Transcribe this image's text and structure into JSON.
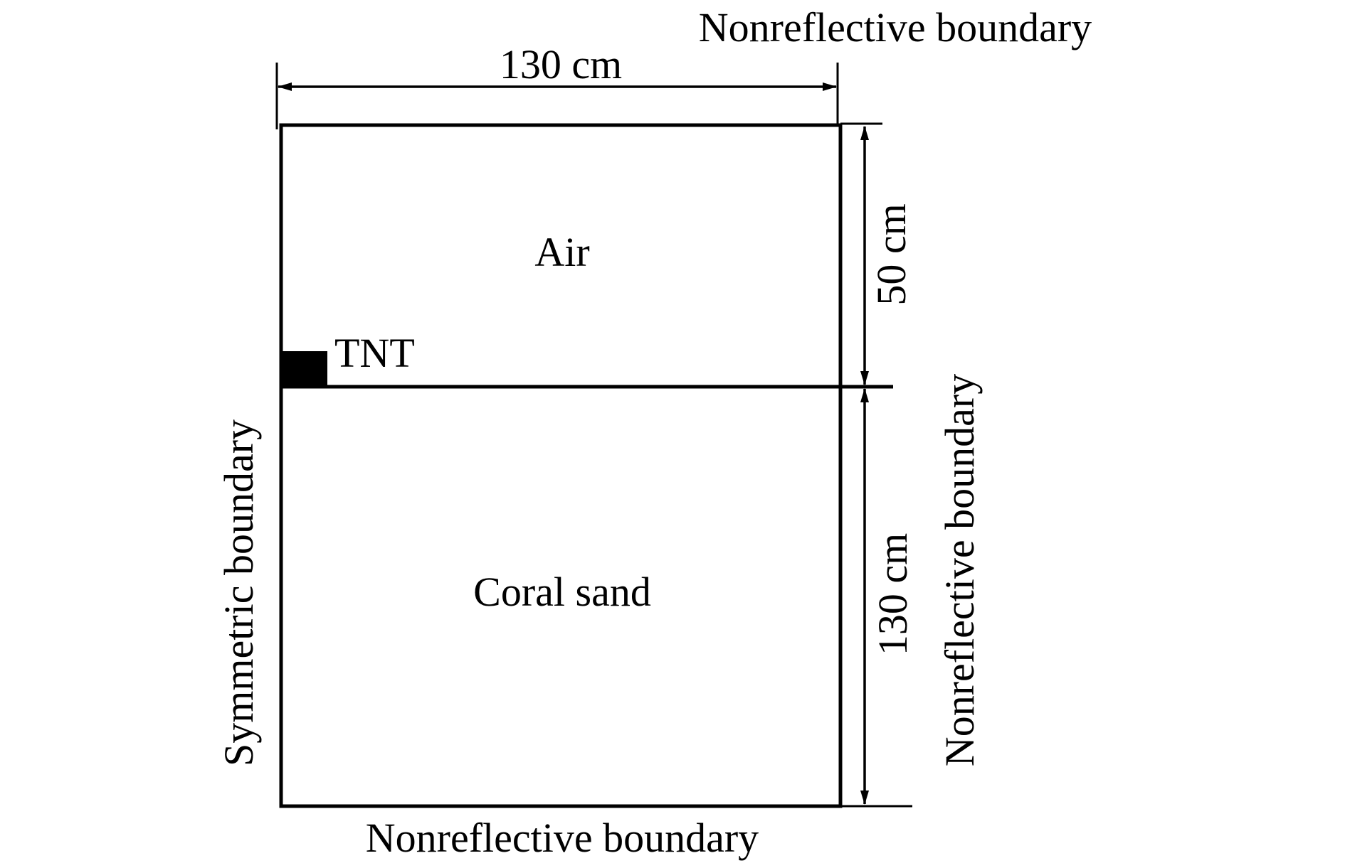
{
  "labels": {
    "top_boundary": "Nonreflective boundary",
    "bottom_boundary": "Nonreflective boundary",
    "right_boundary": "Nonreflective boundary",
    "left_boundary": "Symmetric boundary",
    "width_dimension": "130 cm",
    "air_height_dimension": "50 cm",
    "sand_height_dimension": "130 cm",
    "air_region": "Air",
    "sand_region": "Coral sand",
    "charge": "TNT"
  },
  "colors": {
    "line": "#000000",
    "charge_fill": "#000000",
    "background": "#ffffff"
  }
}
